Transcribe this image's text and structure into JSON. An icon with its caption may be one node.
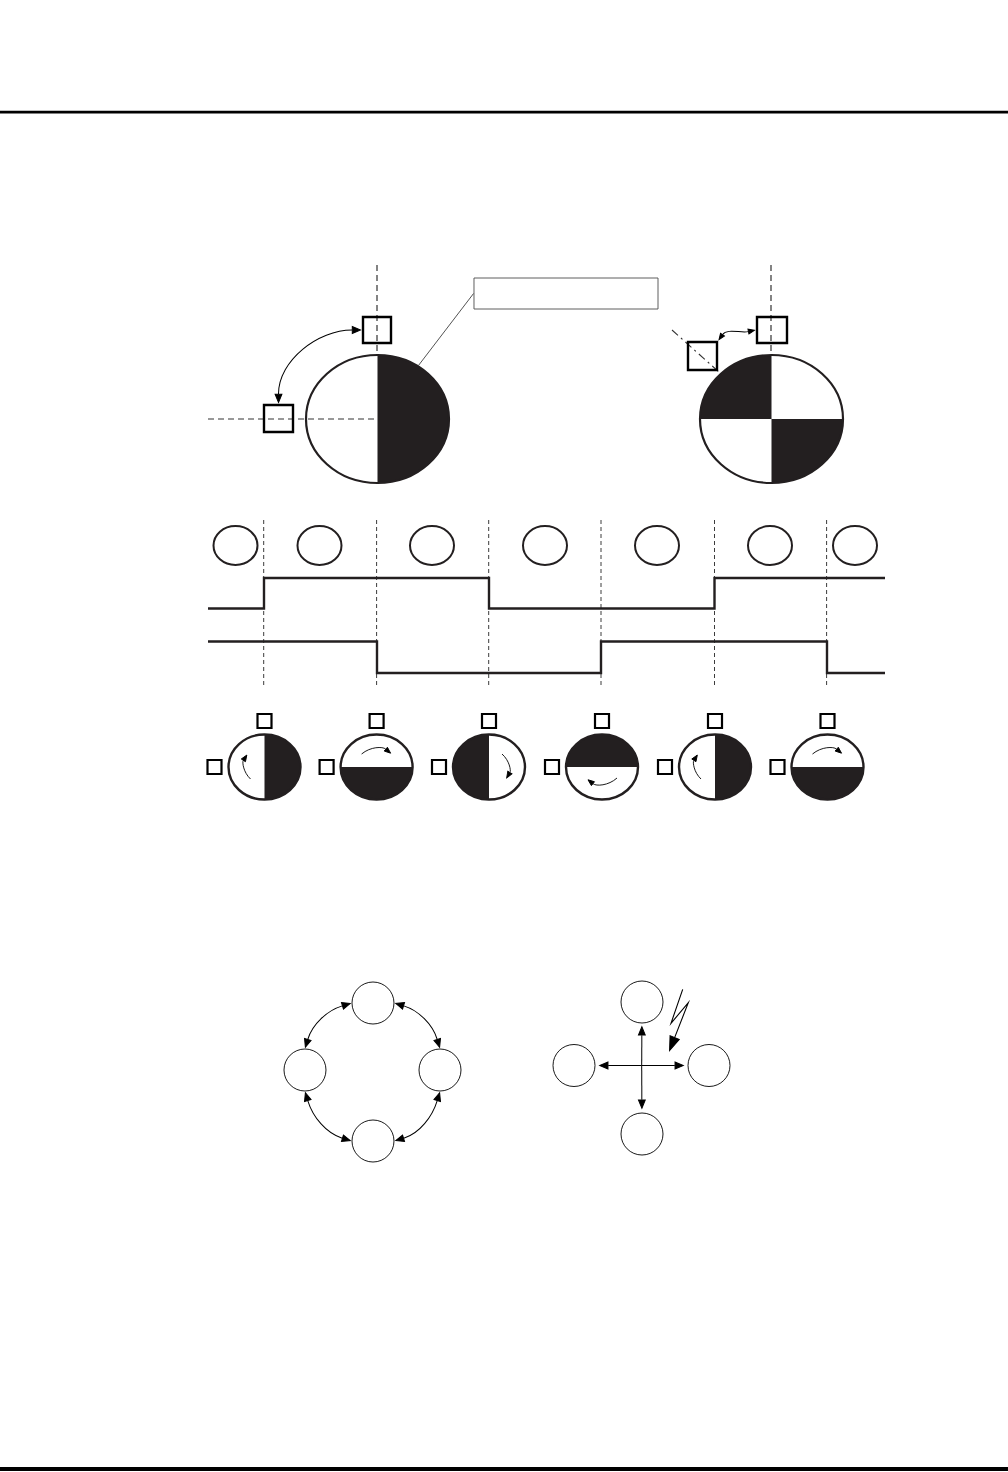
{
  "diagram": {
    "nodes": [
      {
        "text": [],
        "shape": "box"
      },
      {
        "text": [],
        "shape": "box"
      },
      {
        "text": [],
        "shape": "box"
      },
      {
        "text": [],
        "shape": "circle"
      },
      {
        "text": [],
        "shape": "box"
      },
      {
        "text": [],
        "shape": "box"
      },
      {
        "text": [],
        "shape": "circle"
      },
      {
        "text": [],
        "shape": "circle"
      },
      {
        "text": [],
        "shape": "circle"
      },
      {
        "text": [],
        "shape": "circle"
      },
      {
        "text": [],
        "shape": "circle"
      },
      {
        "text": [],
        "shape": "circle"
      },
      {
        "text": [],
        "shape": "circle"
      },
      {
        "text": [],
        "shape": "circle"
      },
      {
        "text": [],
        "shape": "box"
      },
      {
        "text": [],
        "shape": "box"
      },
      {
        "text": [],
        "shape": "circle"
      },
      {
        "text": [],
        "shape": "box"
      },
      {
        "text": [],
        "shape": "box"
      },
      {
        "text": [],
        "shape": "circle"
      },
      {
        "text": [],
        "shape": "box"
      },
      {
        "text": [],
        "shape": "box"
      },
      {
        "text": [],
        "shape": "circle"
      },
      {
        "text": [],
        "shape": "box"
      },
      {
        "text": [],
        "shape": "box"
      },
      {
        "text": [],
        "shape": "circle"
      },
      {
        "text": [],
        "shape": "box"
      },
      {
        "text": [],
        "shape": "box"
      },
      {
        "text": [],
        "shape": "circle"
      },
      {
        "text": [],
        "shape": "box"
      },
      {
        "text": [],
        "shape": "box"
      },
      {
        "text": [],
        "shape": "circle"
      },
      {
        "text": [],
        "shape": "circle"
      },
      {
        "text": [],
        "shape": "circle"
      },
      {
        "text": [],
        "shape": "circle"
      },
      {
        "text": [],
        "shape": "circle"
      },
      {
        "text": [],
        "shape": "circle"
      },
      {
        "text": [],
        "shape": "circle"
      },
      {
        "text": [],
        "shape": "circle"
      },
      {
        "text": [],
        "shape": "circle"
      }
    ],
    "edges": [
      {
        "from": 0,
        "to": 3,
        "arrow": "none"
      },
      {
        "from": 2,
        "to": 1,
        "arrow": "both"
      },
      {
        "from": 4,
        "to": 5,
        "arrow": "both"
      },
      {
        "from": 32,
        "to": 33,
        "arrow": "both"
      },
      {
        "from": 32,
        "to": 34,
        "arrow": "both"
      },
      {
        "from": 33,
        "to": 35,
        "arrow": "both"
      },
      {
        "from": 34,
        "to": 35,
        "arrow": "both"
      },
      {
        "from": null,
        "to": 36,
        "arrow": "to"
      },
      {
        "from": null,
        "to": 37,
        "arrow": "to"
      },
      {
        "from": null,
        "to": 38,
        "arrow": "to"
      },
      {
        "from": null,
        "to": 39,
        "arrow": "to"
      }
    ]
  }
}
